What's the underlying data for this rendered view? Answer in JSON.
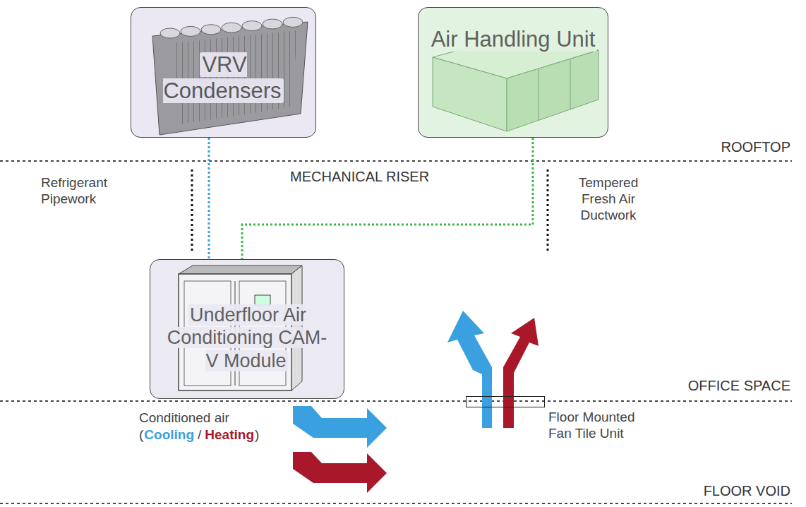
{
  "diagram": {
    "nodes": [
      {
        "text": [
          "VRV Condensers"
        ]
      },
      {
        "text": [
          "Air Handling Unit"
        ]
      },
      {
        "text": [
          "Underfloor Air Conditioning CAM-V Module"
        ]
      },
      {
        "text": [
          "Floor Mounted Fan Tile Unit"
        ]
      }
    ],
    "edges": [
      {
        "from": 0,
        "to": 2,
        "arrow": "none"
      },
      {
        "from": 1,
        "to": 2,
        "arrow": "none"
      }
    ],
    "labels": [
      "ROOFTOP",
      "MECHANICAL RISER",
      "Refrigerant Pipework",
      "Tempered Fresh Air Ductwork",
      "OFFICE SPACE",
      "Conditioned air",
      "(",
      "Cooling",
      "/",
      "Heating",
      ")",
      "FLOOR VOID"
    ]
  }
}
